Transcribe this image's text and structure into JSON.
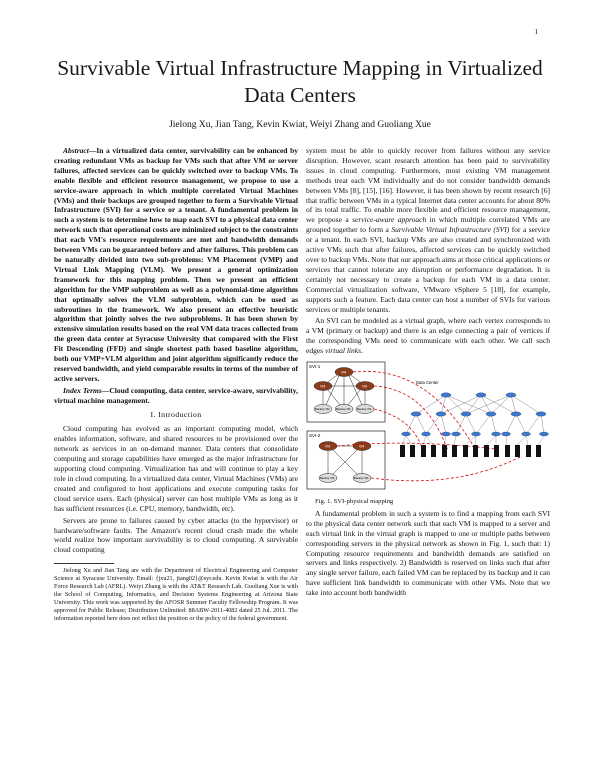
{
  "page_number": "1",
  "title": "Survivable Virtual Infrastructure Mapping in Virtualized Data Centers",
  "authors": "Jielong Xu, Jian Tang, Kevin Kwiat, Weiyi Zhang and Guoliang Xue",
  "abstract": {
    "lead": "Abstract",
    "text": "—In a virtualized data center, survivability can be enhanced by creating redundant VMs as backup for VMs such that after VM or server failures, affected services can be quickly switched over to backup VMs. To enable flexible and efficient resource management, we propose to use a service-aware approach in which multiple correlated Virtual Machines (VMs) and their backups are grouped together to form a Survivable Virtual Infrastructure (SVI) for a service or a tenant. A fundamental problem in such a system is to determine how to map each SVI to a physical data center network such that operational costs are minimized subject to the constraints that each VM's resource requirements are met and bandwidth demands between VMs can be guaranteed before and after failures. This problem can be naturally divided into two sub-problems: VM Placement (VMP) and Virtual Link Mapping (VLM). We present a general optimization framework for this mapping problem. Then we present an efficient algorithm for the VMP subproblem as well as a polynomial-time algorithm that optimally solves the VLM subproblem, which can be used as subroutines in the framework. We also present an effective heuristic algorithm that jointly solves the two subproblems. It has been shown by extensive simulation results based on the real VM data traces collected from the green data center at Syracuse University that compared with the First Fit Descending (FFD) and single shortest path based baseline algorithm, both our VMP+VLM algorithm and joint algorithm significantly reduce the reserved bandwidth, and yield comparable results in terms of the number of active servers."
  },
  "index_terms": {
    "lead": "Index Terms",
    "text": "—Cloud computing, data center, service-aware, survivability, virtual machine management."
  },
  "section": {
    "heading": "I. Introduction"
  },
  "intro_p1": "Cloud computing has evolved as an important computing model, which enables information, software, and shared resources to be provisioned over the network as services in an on-demand manner. Data centers that consolidate computing and storage capabilities have emerged as the major infrastructure for supporting cloud computing. Virtualization has and will continue to play a key role in cloud computing. In a virtualized data center, Virtual Machines (VMs) are created and configured to host applications and execute computing tasks for cloud service users. Each (physical) server can host multiple VMs as long as it has sufficient resources (i.e. CPU, memory, bandwidth, etc).",
  "intro_p2": "Servers are prone to failures caused by cyber attacks (to the hypervisor) or hardware/software faults. The Amazon's recent cloud crash made the whole world realize how important survivability is to cloud computing. A survivable cloud computing",
  "footnote": "Jielong Xu and Jian Tang are with the Department of Electrical Engineering and Computer Science at Syracuse University. Email: {jxu21, jtang02}@syr.edu. Kevin Kwiat is with the Air Force Research Lab (AFRL). Weiyi Zhang is with the AT&T Research Lab. Guoliang Xue is with the School of Computing, Informatics, and Decision Systems Engineering at Arizona State University. This work was supported by the AFOSR Summer Faculty Fellowship Program. It was approved for Public Release; Distribution Unlimited: 88ABW-2011-4082 dated 25 Jul. 2011. The information reported here does not reflect the position or the policy of the federal government.",
  "right_p1": {
    "part1": "system must be able to quickly recover from failures without any service disruption. However, scant research attention has been paid to survivability issues in cloud computing. Furthermore, most existing VM management methods treat each VM individually and do not consider bandwidth demands between VMs [8], [15], [16]. However, it has been shown by recent research [6] that traffic between VMs in a typical Internet data center accounts for about 80% of its total traffic. To enable more flexible and efficient resource management, we propose a ",
    "em1": "service-aware approach",
    "part2": " in which multiple correlated VMs are grouped together to form a ",
    "em2": "Survivable Virtual Infrastructure (SVI)",
    "part3": " for a service or a tenant. In each SVI, backup VMs are also created and synchronized with active VMs such that after failures, affected services can be quickly switched over to backup VMs. Note that our approach aims at those critical applications or services that cannot tolerate any disruption or performance degradation. It is certainly not necessary to create a backup for each VM in a data center. Commercial virtualization software, VMware vSphere 5 [18], for example, supports such a feature. Each data center can host a number of SVIs for various services or multiple tenants."
  },
  "right_p2": {
    "part1": "An SVI can be modeled as a virtual graph, where each vertex corresponds to a VM (primary or backup) and there is an edge connecting a pair of vertices if the corresponding VMs need to communicate with each other. We call such edges ",
    "em1": "virtual links",
    "part2": "."
  },
  "figure": {
    "svi1_label": "SVI-1",
    "svi2_label": "SVI-2",
    "vm_label": "VM",
    "backup_label": "Backup VM",
    "datacenter_label": "Data Center",
    "caption": "Fig. 1.   SVI-physical mapping"
  },
  "right_p3": "A fundamental problem in such a system is to find a mapping from each SVI to the physical data center network such that each VM is mapped to a server and each virtual link in the virtual graph is mapped to one or multiple paths between corresponding servers in the physical network as shown in Fig. 1, such that: 1) Computing resource requirements and bandwidth demands are satisfied on servers and links respectively. 2) Bandwidth is reserved on links such that after any single server failure, each failed VM can be replaced by its backup and it can have sufficient link bandwidth to communicate with other VMs. Note that we take into account both bandwidth"
}
